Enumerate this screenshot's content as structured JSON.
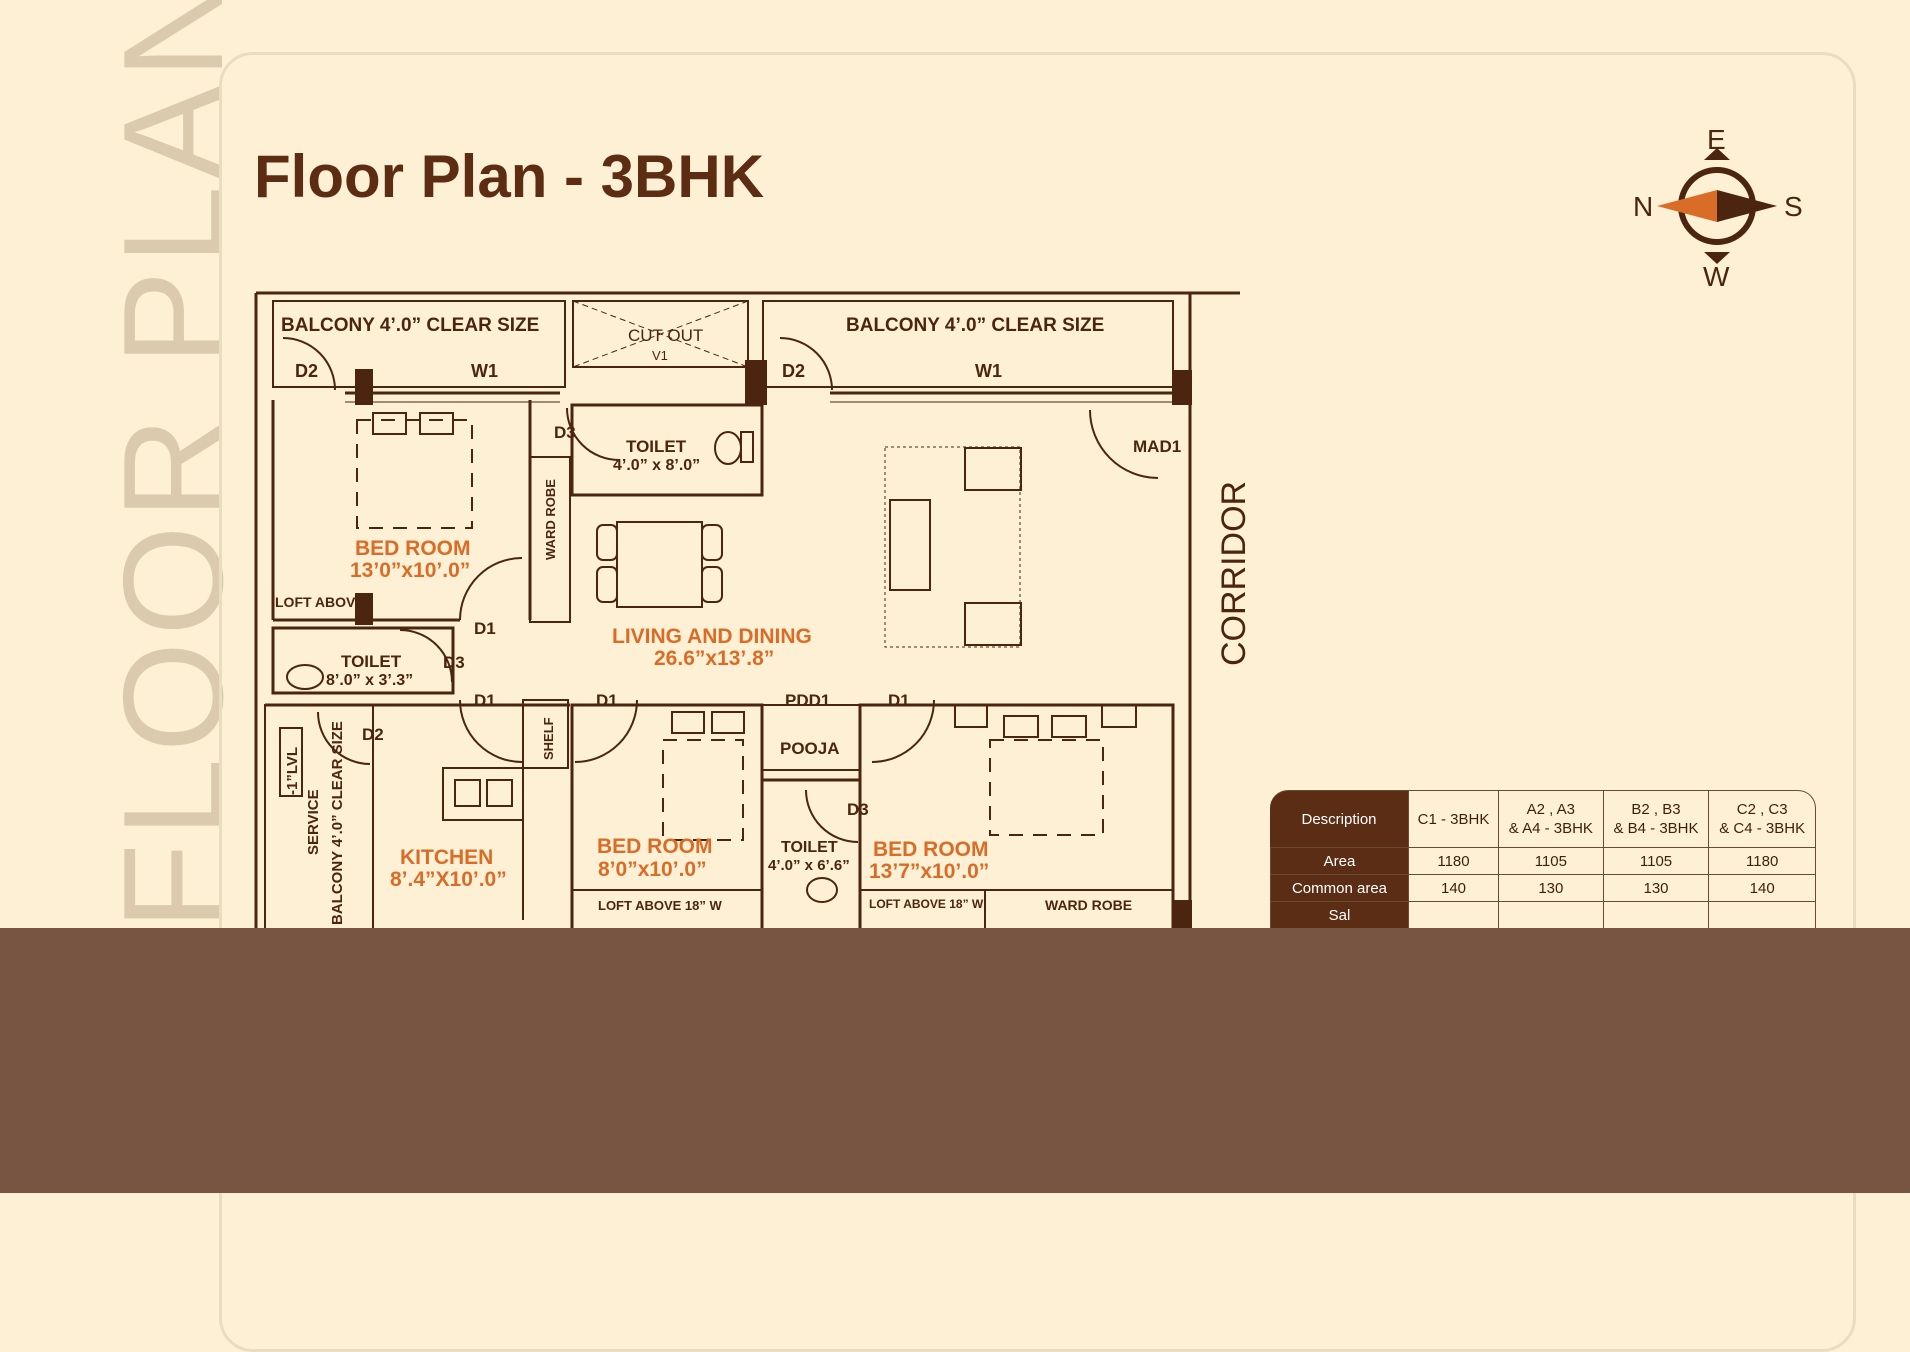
{
  "page": {
    "side_title": "FLOOR PLANS",
    "plan_title": "Floor Plan - 3BHK"
  },
  "compass": {
    "north": "N",
    "south": "S",
    "east": "E",
    "west": "W"
  },
  "plan_labels": {
    "balcony_left": "BALCONY 4’.0” CLEAR SIZE",
    "balcony_right": "BALCONY 4’.0” CLEAR SIZE",
    "cut_out": "CUT OUT",
    "v1": "V1",
    "w1_left": "W1",
    "w1_right": "W1",
    "d2_bed1": "D2",
    "d2_living": "D2",
    "d2_service": "D2",
    "d3_toilet_top": "D3",
    "d3_toilet_left": "D3",
    "d3_bed3": "D3",
    "d1_bed1": "D1",
    "d1_toilet": "D1",
    "d1_bed2": "D1",
    "d1_bed3": "D1",
    "pdd1": "PDD1",
    "mad1": "MAD1",
    "toilet_top_name": "TOILET",
    "toilet_top_size": "4’.0” x 8’.0”",
    "toilet_left_name": "TOILET",
    "toilet_left_size": "8’.0” x 3’.3”",
    "toilet_bottom_name": "TOILET",
    "toilet_bottom_size": "4’.0” x 6’.6”",
    "ward_robe_vertical": "WARD ROBE",
    "ward_robe_horizontal": "WARD ROBE",
    "loft_above": "LOFT ABOVE",
    "loft_above_bed2": "LOFT ABOVE 18” W",
    "loft_above_bed3": "LOFT ABOVE 18” W",
    "shelf": "SHELF",
    "pooja": "POOJA",
    "corridor": "CORRIDOR",
    "lvl": "-1”LVL",
    "service": "SERVICE",
    "service_balcony": "BALCONY 4’.0” CLEAR SIZE",
    "bed1_name": "BED ROOM",
    "bed1_size": "13’0”x10’.0”",
    "living_name": "LIVING AND DINING",
    "living_size": "26.6”x13’.8”",
    "kitchen_name": "KITCHEN",
    "kitchen_size": "8’.4”X10’.0”",
    "bed2_name": "BED ROOM",
    "bed2_size": "8’0”x10’.0”",
    "bed3_name": "BED ROOM",
    "bed3_size": "13’7”x10’.0”"
  },
  "area_table": {
    "headers": [
      "Description",
      "C1 - 3BHK",
      "A2 , A3\n& A4 - 3BHK",
      "B2 , B3\n& B4 - 3BHK",
      "C2 , C3\n& C4 - 3BHK"
    ],
    "rows": [
      {
        "label": "Area",
        "values": [
          "1180",
          "1105",
          "1105",
          "1180"
        ]
      },
      {
        "label": "Common area",
        "values": [
          "140",
          "130",
          "130",
          "140"
        ]
      },
      {
        "label": "Sal",
        "values": [
          "",
          "",
          "",
          ""
        ]
      }
    ]
  },
  "colors": {
    "background": "#fdf0d5",
    "wall": "#4b250f",
    "room_label": "#d96d27",
    "footer": "#785543",
    "table_header": "#5a2d14"
  }
}
